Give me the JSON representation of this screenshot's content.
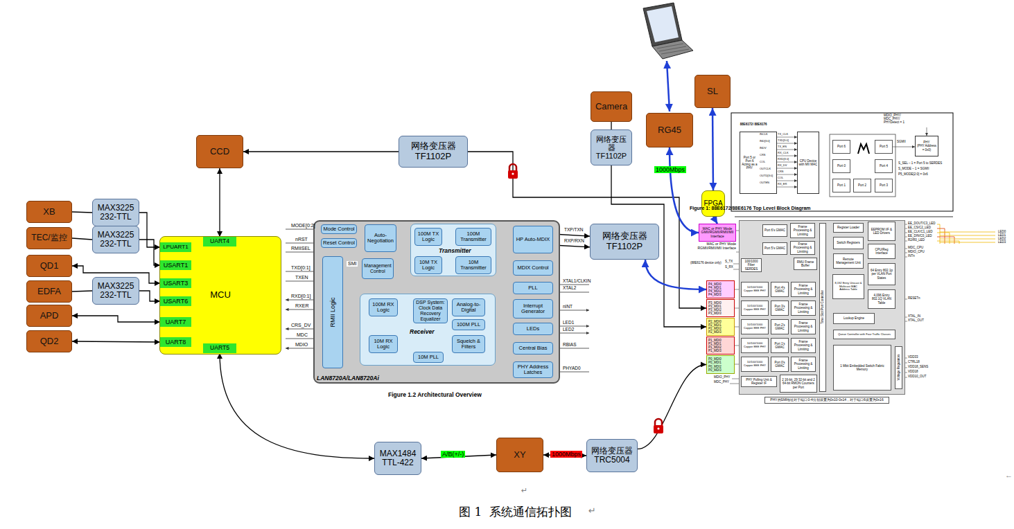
{
  "diagram": {
    "caption": "图 1  系统通信拓扑图",
    "nodes": [
      {
        "text": [
          "CCD"
        ]
      },
      {
        "text": [
          "网络变压器 TF1102P"
        ]
      },
      {
        "text": [
          "Camera"
        ]
      },
      {
        "text": [
          "网络变压器 TF1102P"
        ]
      },
      {
        "text": [
          "RG45"
        ]
      },
      {
        "text": [
          "SL"
        ]
      },
      {
        "text": [
          "FPGA"
        ]
      },
      {
        "text": [
          "XB"
        ]
      },
      {
        "text": [
          "MAX3225 232-TTL"
        ]
      },
      {
        "text": [
          "TEC/监控"
        ]
      },
      {
        "text": [
          "MAX3225 232-TTL"
        ]
      },
      {
        "text": [
          "QD1"
        ]
      },
      {
        "text": [
          "EDFA"
        ]
      },
      {
        "text": [
          "MAX3225 232-TTL"
        ]
      },
      {
        "text": [
          "APD"
        ]
      },
      {
        "text": [
          "QD2"
        ]
      },
      {
        "text": [
          "MCU"
        ]
      },
      {
        "text": [
          "UART4"
        ],
        "in": 16
      },
      {
        "text": [
          "LPUART1"
        ],
        "in": 16
      },
      {
        "text": [
          "USART1"
        ],
        "in": 16
      },
      {
        "text": [
          "USART3"
        ],
        "in": 16
      },
      {
        "text": [
          "USART6"
        ],
        "in": 16
      },
      {
        "text": [
          "UART7"
        ],
        "in": 16
      },
      {
        "text": [
          "UART8"
        ],
        "in": 16
      },
      {
        "text": [
          "UART5"
        ],
        "in": 16
      },
      {
        "text": [
          "LAN8720A/LAN8720Ai"
        ]
      },
      {
        "text": [
          "Mode Control"
        ],
        "in": 25
      },
      {
        "text": [
          "Reset Control"
        ],
        "in": 25
      },
      {
        "text": [
          "Auto-Negotiation"
        ],
        "in": 25
      },
      {
        "text": [
          "Management Control"
        ],
        "in": 25
      },
      {
        "text": [
          "Transmitter"
        ],
        "in": 25
      },
      {
        "text": [
          "100M TX Logic"
        ],
        "in": 30
      },
      {
        "text": [
          "100M Transmitter"
        ],
        "in": 30
      },
      {
        "text": [
          "10M TX Logic"
        ],
        "in": 30
      },
      {
        "text": [
          "10M Transmitter"
        ],
        "in": 30
      },
      {
        "text": [
          "HP Auto-MDIX"
        ],
        "in": 25
      },
      {
        "text": [
          "MDIX Control"
        ],
        "in": 25
      },
      {
        "text": [
          "PLL"
        ],
        "in": 25
      },
      {
        "text": [
          "Interrupt Generator"
        ],
        "in": 25
      },
      {
        "text": [
          "LEDs"
        ],
        "in": 25
      },
      {
        "text": [
          "Central Bias"
        ],
        "in": 25
      },
      {
        "text": [
          "PHY Address Latches"
        ],
        "in": 25
      },
      {
        "text": [
          "Receiver"
        ],
        "in": 25
      },
      {
        "text": [
          "100M RX Logic"
        ],
        "in": 42
      },
      {
        "text": [
          "DSP System: Clock Data Recovery Equalizer"
        ],
        "in": 42
      },
      {
        "text": [
          "Analog-to-Digital"
        ],
        "in": 42
      },
      {
        "text": [
          "100M PLL"
        ],
        "in": 42
      },
      {
        "text": [
          "10M RX Logic"
        ],
        "in": 42
      },
      {
        "text": [
          "Squelch & Filters"
        ],
        "in": 42
      },
      {
        "text": [
          "10M PLL"
        ],
        "in": 42
      },
      {
        "text": [
          "RMII Logic"
        ],
        "in": 25
      },
      {
        "text": [
          "网络变压器 TF1102P"
        ]
      },
      {
        "text": [
          "MAX1484 TTL-422"
        ]
      },
      {
        "text": [
          "XY"
        ]
      },
      {
        "text": [
          "网络变压器 TRC5004"
        ]
      },
      {
        "text": [
          "Figure 1:  88E6172/88E6176 Top Level Block Diagram"
        ]
      },
      {
        "text": [
          "MAC or PHY Mode GMII/RGMII/RMII/MII Interface"
        ]
      },
      {
        "text": [
          "P4_MDI0",
          "P4_MDI1",
          "P4_MDI2",
          "P4_MDI3"
        ]
      },
      {
        "text": [
          "P3_MDI0",
          "P3_MDI1",
          "P3_MDI2",
          "P3_MDI3"
        ]
      },
      {
        "text": [
          "P2_MDI0",
          "P2_MDI1",
          "P2_MDI2",
          "P2_MDI3"
        ]
      },
      {
        "text": [
          "P1_MDI0",
          "P1_MDI1",
          "P1_MDI2",
          "P1_MDI3"
        ]
      },
      {
        "text": [
          "P0_MDI0",
          "P0_MDI1",
          "P0_MDI2",
          "P0_MDI3"
        ]
      },
      {
        "text": [
          "Port 6's GMAC"
        ],
        "in": 55
      },
      {
        "text": [
          "Port 5's GMAC"
        ],
        "in": 55
      },
      {
        "text": [
          "100/1000 Fiber SERDES"
        ],
        "in": 55
      },
      {
        "text": [
          "RMU Frame Buffer"
        ],
        "in": 55
      },
      {
        "text": [
          "10/100/1000 Copper EEE PHY"
        ],
        "in": 55
      },
      {
        "text": [
          "10/100/1000 Copper EEE PHY"
        ],
        "in": 55
      },
      {
        "text": [
          "10/100/1000 Copper EEE PHY"
        ],
        "in": 55
      },
      {
        "text": [
          "10/100/1000 Copper EEE PHY"
        ],
        "in": 55
      },
      {
        "text": [
          "10/100/1000 Copper EEE PHY"
        ],
        "in": 55
      },
      {
        "text": [
          "Port 4's GMAC"
        ],
        "in": 55
      },
      {
        "text": [
          "Port 3's GMAC"
        ],
        "in": 55
      },
      {
        "text": [
          "Port 2's GMAC"
        ],
        "in": 55
      },
      {
        "text": [
          "Port 1's GMAC"
        ],
        "in": 55
      },
      {
        "text": [
          "Port 0's GMAC"
        ],
        "in": 55
      },
      {
        "text": [
          "Frame Processing & Limiting"
        ],
        "in": 55
      },
      {
        "text": [
          "Frame Processing & Limiting"
        ],
        "in": 55
      },
      {
        "text": [
          "Frame Processing & Limiting"
        ],
        "in": 55
      },
      {
        "text": [
          "Frame Processing & Limiting"
        ],
        "in": 55
      },
      {
        "text": [
          "Frame Processing & Limiting"
        ],
        "in": 55
      },
      {
        "text": [
          "Frame Processing & Limiting"
        ],
        "in": 55
      },
      {
        "text": [
          "Frame Processing & Limiting"
        ],
        "in": 55
      },
      {
        "text": [
          "PHY Polling Unit & Register IF"
        ],
        "in": 55
      },
      {
        "text": [
          "2 16-bit, 29 32-bit and 2 64-bit RMON Counters per Port"
        ],
        "in": 55
      },
      {
        "text": [
          "Time Slot Port Controller"
        ],
        "in": 55
      },
      {
        "text": [
          "Register Loader"
        ],
        "in": 55
      },
      {
        "text": [
          "EEPROM I/F & LED Drivers"
        ],
        "in": 55
      },
      {
        "text": [
          "Switch Registers"
        ],
        "in": 55
      },
      {
        "text": [
          "CPU/Reg Interface"
        ],
        "in": 55
      },
      {
        "text": [
          "Remote Management Unit"
        ],
        "in": 55
      },
      {
        "text": [
          "64 Entry 802.1p per VLAN Port States"
        ],
        "in": 55
      },
      {
        "text": [
          "8,192 Entry Unicast & Multicast MAC Address Table"
        ],
        "in": 55
      },
      {
        "text": [
          "4,096 Entry 802.1Q VLAN Table"
        ],
        "in": 55
      },
      {
        "text": [
          "Lookup Engine"
        ],
        "in": 55
      },
      {
        "text": [
          "Queue Controller with Four Traffic Classes"
        ],
        "in": 55
      },
      {
        "text": [
          "1 Mbit Embedded Switch Fabric Memory"
        ],
        "in": 55
      },
      {
        "text": [
          "Voltage Regulators"
        ],
        "in": 55
      },
      {
        "text": [
          "88E6172/ 88E6176",
          "Port 5 or Port 6 Acting as a PHY"
        ]
      },
      {
        "text": [
          "CPU Device with MII MAC"
        ]
      },
      {
        "text": [
          "Port 6"
        ]
      },
      {
        "text": [
          "Port 5"
        ]
      },
      {
        "text": [
          "Port 0"
        ]
      },
      {
        "text": [
          "Port 4"
        ]
      },
      {
        "text": [
          "Port 1"
        ]
      },
      {
        "text": [
          "Port 2"
        ]
      },
      {
        "text": [
          "Port 3"
        ]
      },
      {
        "text": [
          "PHY",
          "(PHY Address = 0x0)"
        ]
      },
      {
        "text": [
          "PHY的SMI地址对于端口0-4分别设置为0x10-0x14，对于端口6设置为0x16"
        ]
      }
    ],
    "edges": [
      {
        "from": 17,
        "to": 0,
        "arrow": "both"
      },
      {
        "from": 1,
        "to": 0,
        "arrow": "to"
      },
      {
        "from": 1,
        "to": 58,
        "arrow": "to"
      },
      {
        "from": 3,
        "to": 59,
        "arrow": "to"
      },
      {
        "from": 2,
        "to": 3,
        "arrow": "none"
      },
      {
        "from": 35,
        "to": 51,
        "label": "TXP/TXN",
        "arrow": "both"
      },
      {
        "from": 35,
        "to": 51,
        "label": "RXP/RXN",
        "arrow": "both"
      },
      {
        "from": 51,
        "to": 57,
        "arrow": "both"
      },
      {
        "from": 4,
        "to": 56,
        "label": "1000Mbps",
        "arrow": "both"
      },
      {
        "from": 5,
        "to": 6,
        "arrow": "both"
      },
      {
        "from": 6,
        "to": 56,
        "arrow": "to"
      },
      {
        "from": 54,
        "to": 61,
        "arrow": "to"
      },
      {
        "from": 53,
        "to": 54,
        "label": "1000Mbps",
        "arrow": "both"
      },
      {
        "from": 52,
        "to": 53,
        "label": "A/B(+/-)",
        "arrow": "both"
      },
      {
        "from": 24,
        "to": 52,
        "arrow": "both"
      },
      {
        "from": 7,
        "to": 8,
        "arrow": "none"
      },
      {
        "from": 8,
        "to": 18,
        "arrow": "to"
      },
      {
        "from": 9,
        "to": 10,
        "arrow": "none"
      },
      {
        "from": 10,
        "to": 19,
        "arrow": "to"
      },
      {
        "from": 11,
        "to": 20,
        "arrow": "both"
      },
      {
        "from": 12,
        "to": 13,
        "arrow": "none"
      },
      {
        "from": 13,
        "to": 21,
        "arrow": "to"
      },
      {
        "from": 14,
        "to": 22,
        "arrow": "both"
      },
      {
        "from": 15,
        "to": 23,
        "arrow": "both"
      },
      {
        "from": 31,
        "to": 32,
        "arrow": "to"
      },
      {
        "from": 33,
        "to": 34,
        "arrow": "to"
      },
      {
        "from": 45,
        "to": 44,
        "arrow": "to"
      },
      {
        "from": 44,
        "to": 43,
        "arrow": "to"
      },
      {
        "from": 48,
        "to": 47,
        "arrow": "to"
      },
      {
        "from": 50,
        "to": 29,
        "label": "SMI",
        "arrow": "both"
      },
      {
        "from": 36,
        "to": 35,
        "arrow": "to"
      }
    ],
    "labels": [
      "MODE[0:2]",
      "nRST",
      "RMIISEL",
      "TXD[0:1]",
      "TXEN",
      "RXD[0:1]",
      "RXER",
      "CRS_DV",
      "MDC",
      "MDIO",
      "XTAL1/CLKIN",
      "XTAL2",
      "nINT",
      "LED1",
      "LED2",
      "RBIAS",
      "PHYAD0",
      "Figure 1.2 Architectural Overview",
      "MAC or PHY Mode RGMII/RMII/MII Interface",
      "(88E6176 device only)",
      "S_TX",
      "S_RX",
      "MDIO_PHY",
      "MDC_PHY",
      "EE_DOUT/C3_LED",
      "EE_CS/C2_LED",
      "EE_CLK/C1_LED",
      "EE_DIN/C0_LED",
      "R2/R0_LED",
      "LED0",
      "LED1",
      "LED2",
      "LED3",
      "MDC_CPU",
      "MDIO_CPU",
      "INTn",
      "RESETn",
      "XTAL_IN",
      "XTAL_OUT",
      "VDD33",
      "CTRL18",
      "VDD18_SENS",
      "VDD18",
      "VDD10_OUT",
      "TX_CLK",
      "TXD[3:0]",
      "TX_EN",
      "RX_CLK",
      "RXD[3:0]",
      "RX_DV",
      "CRS",
      "COL",
      "RX_ER",
      "INCLK",
      "IND[3:0]",
      "INDV",
      "CRS",
      "COL",
      "OUTCLK",
      "OUTD[3:0]",
      "OUTEN",
      "MDIO_PHY/ MDC_PHY/ PHYDetect = 1",
      "SGMII",
      "S_SEL – 1 = Port 5 to SERDES",
      "S_MODE – 1 = SGMII",
      "P5_MODE[2:0] = 0x6",
      "←",
      "↵",
      "↵"
    ]
  }
}
